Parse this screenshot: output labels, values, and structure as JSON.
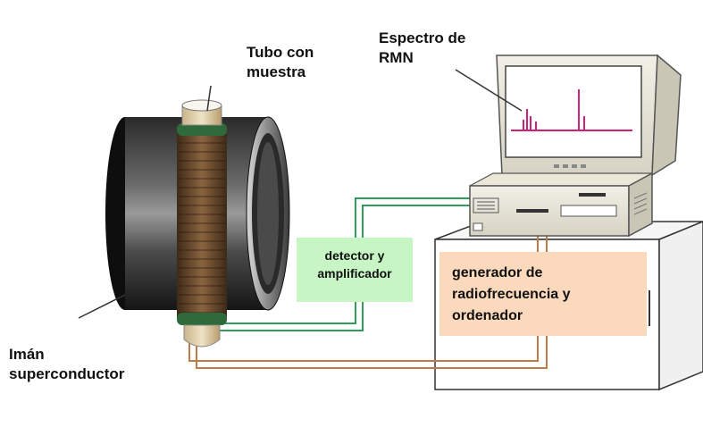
{
  "labels": {
    "sample_tube": [
      "Tubo con",
      "muestra"
    ],
    "nmr_spectrum": [
      "Espectro de",
      "RMN"
    ],
    "magnet": [
      "Imán",
      "superconductor"
    ],
    "detector": [
      "detector y",
      "amplificador"
    ],
    "generator": [
      "generador de",
      "radiofrecuencia y",
      "ordenador"
    ]
  },
  "colors": {
    "detector_box": "#c8f5c4",
    "generator_box": "#fbd9bc",
    "green_cable": "#2e9e5a",
    "orange_cable": "#c07a45",
    "spectrum_line": "#cc2277",
    "coil": "#6b4a2a"
  },
  "icons": [
    "superconducting-magnet",
    "sample-tube",
    "rf-coil",
    "computer-monitor",
    "computer-case",
    "table"
  ]
}
